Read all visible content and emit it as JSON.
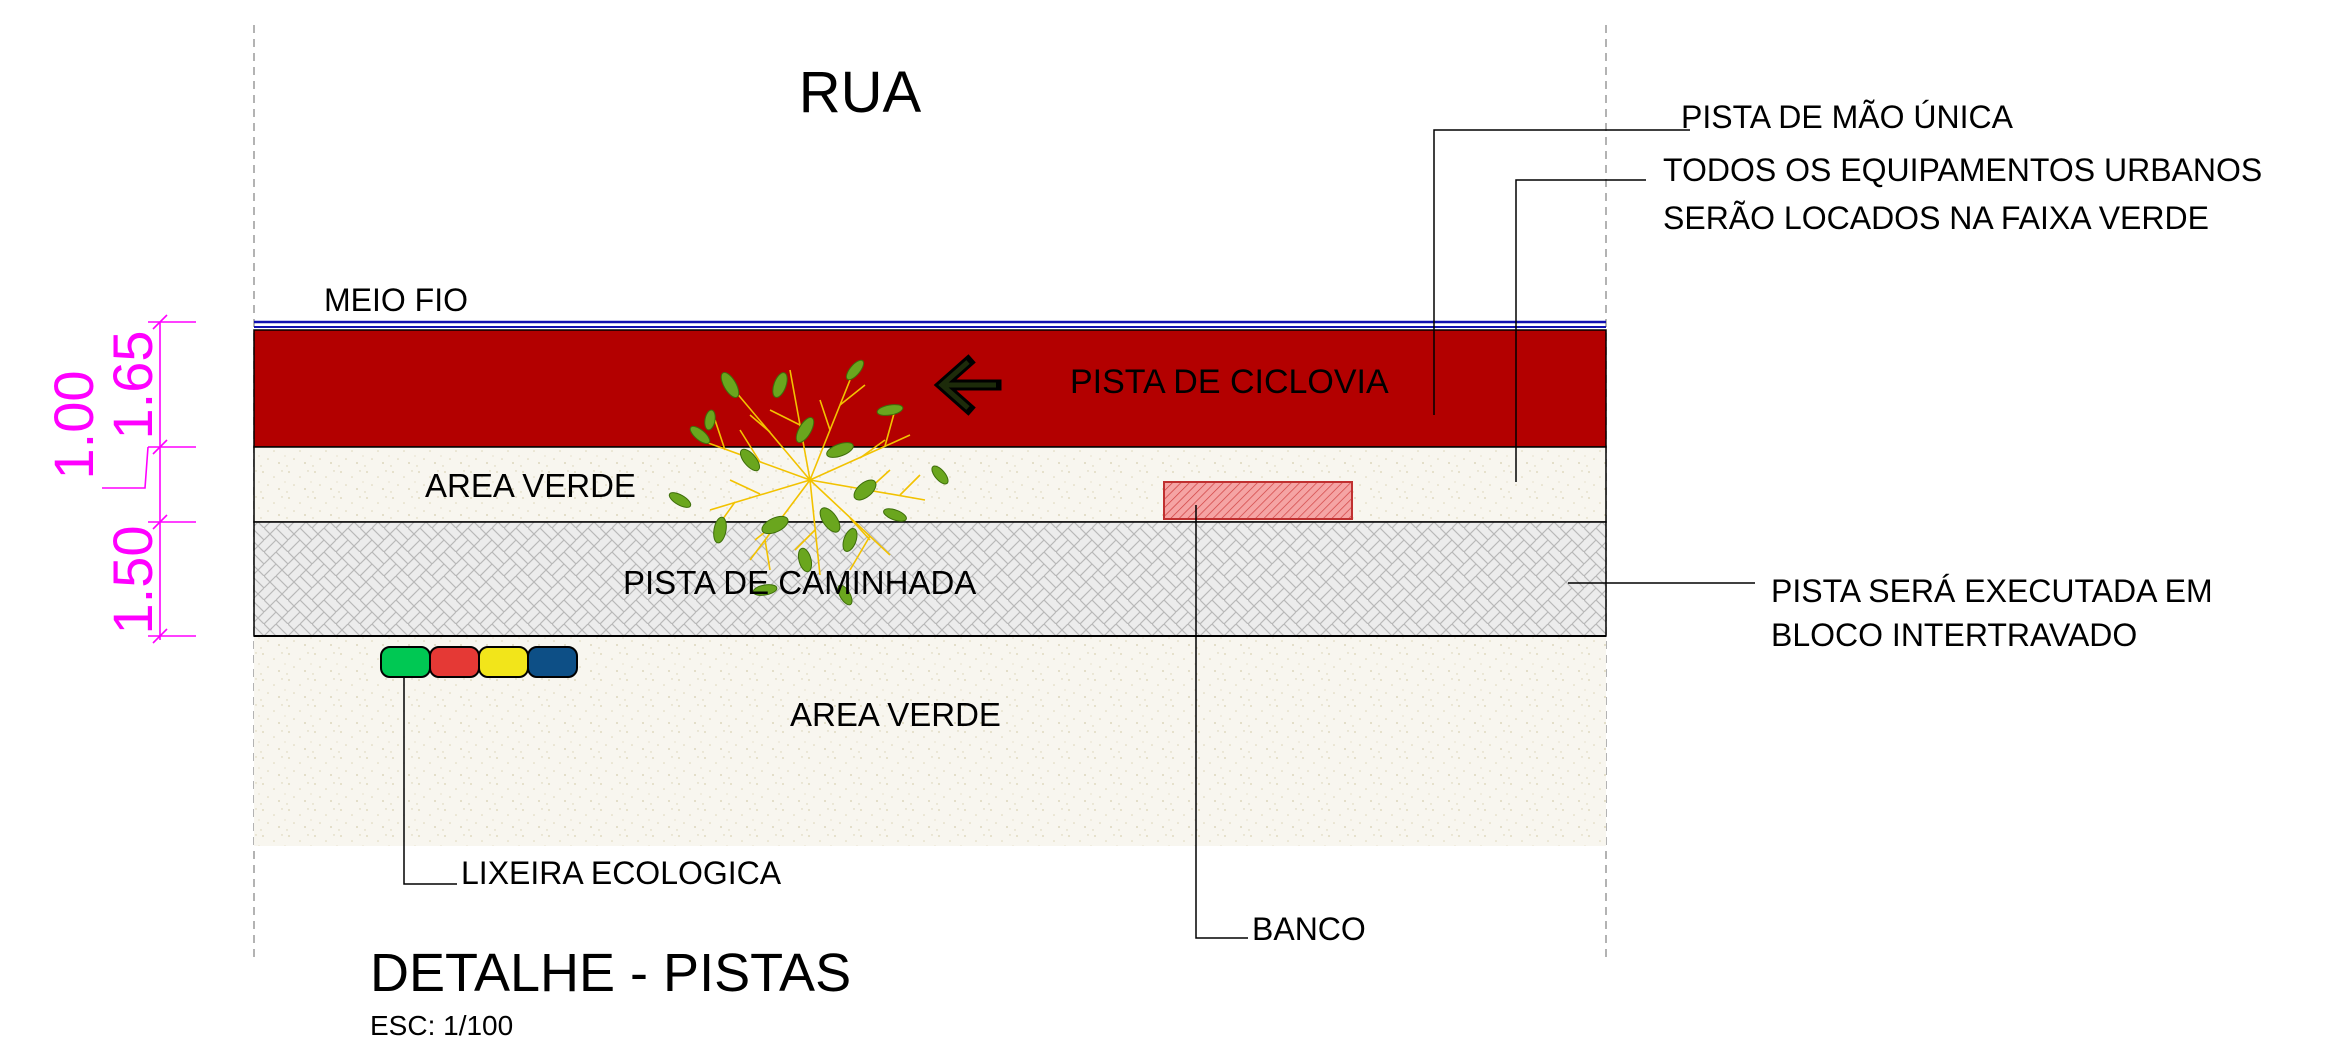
{
  "street_label": "RUA",
  "curb_label": "MEIO FIO",
  "bike_lane_label": "PISTA DE CICLOVIA",
  "green_area_upper_label": "AREA VERDE",
  "walking_track_label": "PISTA DE CAMINHADA",
  "green_area_lower_label": "AREA VERDE",
  "notes": {
    "one_way": "PISTA DE MÃO ÚNICA",
    "equipment_line1": "TODOS OS EQUIPAMENTOS URBANOS",
    "equipment_line2": "SERÃO LOCADOS NA FAIXA VERDE",
    "paving_line1": "PISTA SERÁ EXECUTADA EM",
    "paving_line2": "BLOCO INTERTRAVADO"
  },
  "callouts": {
    "bins": "LIXEIRA ECOLOGICA",
    "bench": "BANCO"
  },
  "dimensions": {
    "total": "1.00",
    "bike_lane": "1.65",
    "walking_track": "1.50"
  },
  "title": "DETALHE - PISTAS",
  "scale": "ESC: 1/100",
  "colors": {
    "bike_lane": "#b30000",
    "green_area": "#f7f5ee",
    "walking_track": "#e9e9e9",
    "curb": "#1010b0",
    "dimension": "#ff00ff",
    "bench": "#f07b7b",
    "bins": [
      "#00c853",
      "#e53935",
      "#f2e51a",
      "#0d4f86"
    ],
    "tree_leaf": "#6aa61e",
    "tree_branch": "#f6c400"
  },
  "icons": {
    "direction_arrow": "arrow-left-icon",
    "tree": "tree-plan-icon",
    "bench": "bench-icon",
    "bins": "recycling-bins-icon"
  }
}
